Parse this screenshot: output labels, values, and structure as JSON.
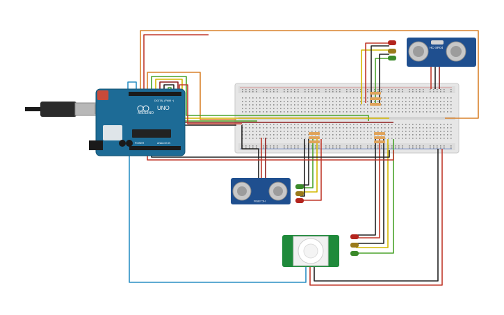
{
  "arduino": {
    "brand": "ARDUINO",
    "model": "UNO",
    "label_digital": "DIGITAL (PWM ~)",
    "label_power": "POWER",
    "label_analog": "ANALOG IN"
  },
  "sensors": {
    "ultrasonic_top": "HC-SR04",
    "ultrasonic_bottom": "HC-SR04"
  },
  "colors": {
    "wire_orange": "#d9822b",
    "wire_red": "#c0392b",
    "wire_darkred": "#8e1f1f",
    "wire_black": "#222222",
    "wire_green": "#4aa32b",
    "wire_yellow": "#d4b800",
    "wire_blue": "#2a8fc4",
    "board_blue": "#1d6b96",
    "sensor_blue": "#1f4f8f",
    "pir_green": "#1f8a3b",
    "breadboard": "#e9e9e9"
  }
}
